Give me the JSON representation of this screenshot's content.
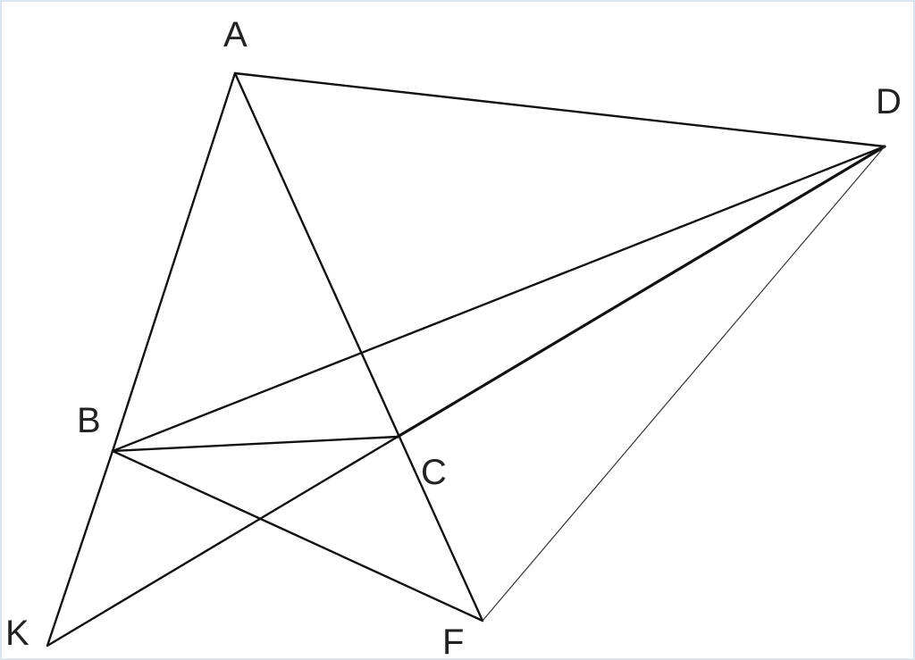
{
  "figure": {
    "points": [
      {
        "id": "A",
        "label": "A"
      },
      {
        "id": "B",
        "label": "B"
      },
      {
        "id": "C",
        "label": "C"
      },
      {
        "id": "D",
        "label": "D"
      },
      {
        "id": "F",
        "label": "F"
      },
      {
        "id": "K",
        "label": "K"
      }
    ],
    "segments": [
      {
        "name": "AB",
        "from": "A",
        "to": "B"
      },
      {
        "name": "AD",
        "from": "A",
        "to": "D"
      },
      {
        "name": "AF",
        "from": "A",
        "to": "F"
      },
      {
        "name": "BK",
        "from": "B",
        "to": "K"
      },
      {
        "name": "BC",
        "from": "B",
        "to": "C"
      },
      {
        "name": "BD",
        "from": "B",
        "to": "D"
      },
      {
        "name": "BF",
        "from": "B",
        "to": "F"
      },
      {
        "name": "CD",
        "from": "C",
        "to": "D",
        "style": "thick"
      },
      {
        "name": "CK",
        "from": "C",
        "to": "K"
      },
      {
        "name": "DF",
        "from": "D",
        "to": "F",
        "style": "thin"
      }
    ],
    "colors": {
      "stroke": "#111111",
      "label": "#222222",
      "border": "#dbe6f2",
      "background": "#ffffff"
    }
  }
}
